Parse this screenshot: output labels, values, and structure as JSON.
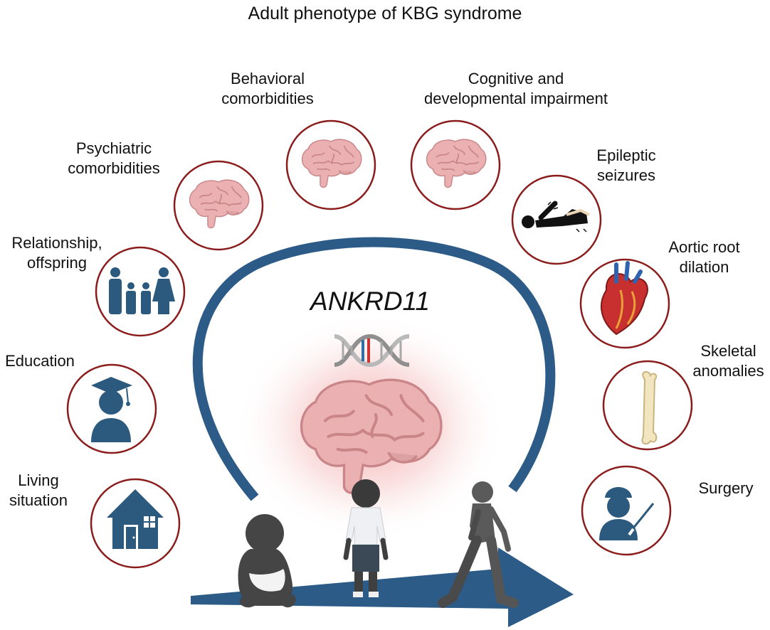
{
  "title": "Adult phenotype of KBG syndrome",
  "gene": "ANKRD11",
  "colors": {
    "circle_border": "#8b1c1c",
    "arc_and_arrow": "#2c5b88",
    "icon_blue": "#2b5a7e",
    "brain_pink": "#e8a9ab",
    "glow_red": "#f2b9b9",
    "person_dark": "#3f3f3f"
  },
  "features": [
    {
      "id": "behavioral",
      "lines": [
        "Behavioral",
        "comorbidities"
      ],
      "icon": "brain-icon"
    },
    {
      "id": "cognitive",
      "lines": [
        "Cognitive and",
        "developmental impairment"
      ],
      "icon": "brain-icon"
    },
    {
      "id": "psychiatric",
      "lines": [
        "Psychiatric",
        "comorbidities"
      ],
      "icon": "brain-icon"
    },
    {
      "id": "epileptic",
      "lines": [
        "Epileptic",
        "seizures"
      ],
      "icon": "seizure-person-icon"
    },
    {
      "id": "relationship",
      "lines": [
        "Relationship,",
        "offspring"
      ],
      "icon": "family-icon"
    },
    {
      "id": "aortic",
      "lines": [
        "Aortic root",
        "dilation"
      ],
      "icon": "heart-icon"
    },
    {
      "id": "education",
      "lines": [
        "Education"
      ],
      "icon": "graduate-icon"
    },
    {
      "id": "skeletal",
      "lines": [
        "Skeletal",
        "anomalies"
      ],
      "icon": "bone-icon"
    },
    {
      "id": "living",
      "lines": [
        "Living",
        "situation"
      ],
      "icon": "house-icon"
    },
    {
      "id": "surgery",
      "lines": [
        "Surgery"
      ],
      "icon": "surgeon-icon"
    }
  ],
  "central_icons": [
    "dna-icon",
    "brain-icon"
  ],
  "timeline_icons": [
    "baby-icon",
    "child-icon",
    "adult-walking-icon"
  ]
}
